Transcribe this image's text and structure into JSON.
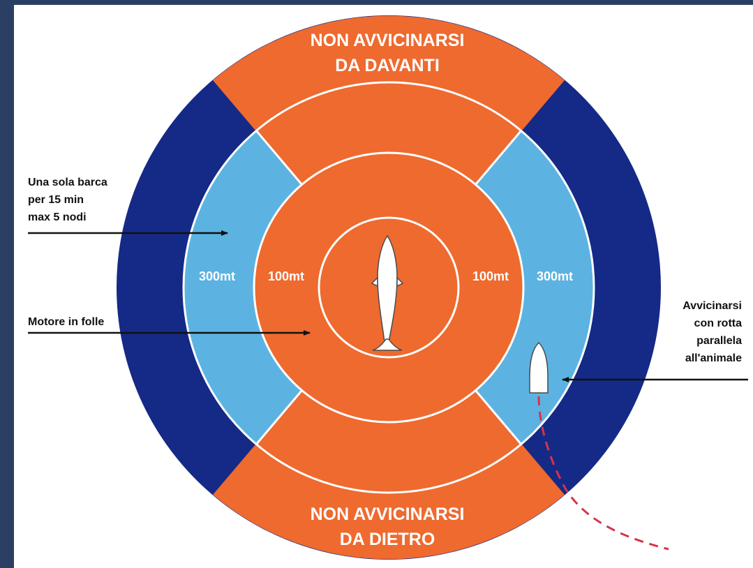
{
  "zones": {
    "front": [
      "NON AVVICINARSI",
      "DA DAVANTI"
    ],
    "back": [
      "NON AVVICINARSI",
      "DA DIETRO"
    ],
    "distance_inner": "100mt",
    "distance_outer": "300mt"
  },
  "notes": {
    "single_boat": [
      "Una sola barca",
      "per 15 min",
      "max 5 nodi"
    ],
    "engine": "Motore in folle",
    "approach": [
      "Avvicinarsi",
      "con rotta",
      "parallela",
      "all'animale"
    ]
  },
  "colors": {
    "orange": "#ee6a2f",
    "light_blue": "#5cb3e2",
    "dark_blue": "#142a86",
    "background": "#2b3e63",
    "path_red": "#d8324a"
  }
}
